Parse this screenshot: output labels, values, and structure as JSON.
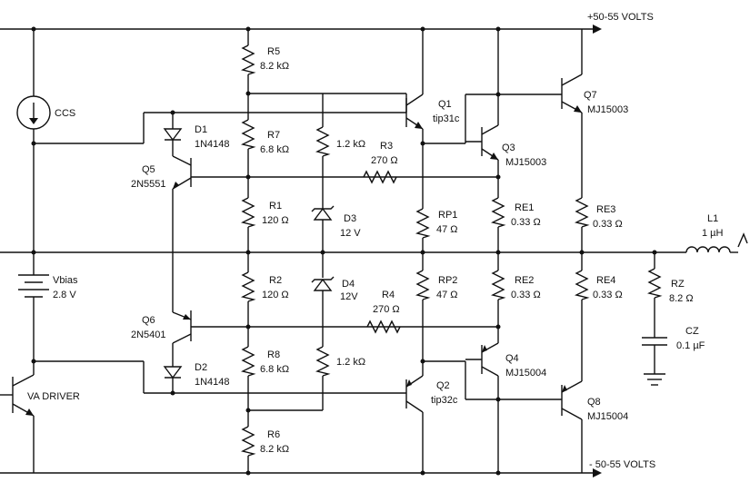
{
  "rails": {
    "positive": "+50-55 VOLTS",
    "negative": "- 50-55 VOLTS"
  },
  "sources": {
    "ccs": "CCS",
    "vbias_name": "Vbias",
    "vbias_value": "2.8 V"
  },
  "driver": {
    "label": "VA DRIVER"
  },
  "components": {
    "R5": {
      "ref": "R5",
      "value": "8.2 kΩ"
    },
    "R7": {
      "ref": "R7",
      "value": "6.8 kΩ"
    },
    "R1": {
      "ref": "R1",
      "value": "120 Ω"
    },
    "R2": {
      "ref": "R2",
      "value": "120 Ω"
    },
    "R8": {
      "ref": "R8",
      "value": "6.8 kΩ"
    },
    "R6": {
      "ref": "R6",
      "value": "8.2 kΩ"
    },
    "R_top": {
      "value": "1.2 kΩ"
    },
    "R_bot": {
      "value": "1.2 kΩ"
    },
    "R3": {
      "ref": "R3",
      "value": "270 Ω"
    },
    "R4": {
      "ref": "R4",
      "value": "270 Ω"
    },
    "D1": {
      "ref": "D1",
      "value": "1N4148"
    },
    "D2": {
      "ref": "D2",
      "value": "1N4148"
    },
    "D3": {
      "ref": "D3",
      "value": "12 V"
    },
    "D4": {
      "ref": "D4",
      "value": "12V"
    },
    "Q1": {
      "ref": "Q1",
      "value": "tip31c"
    },
    "Q2": {
      "ref": "Q2",
      "value": "tip32c"
    },
    "Q3": {
      "ref": "Q3",
      "value": "MJ15003"
    },
    "Q4": {
      "ref": "Q4",
      "value": "MJ15004"
    },
    "Q5": {
      "ref": "Q5",
      "value": "2N5551"
    },
    "Q6": {
      "ref": "Q6",
      "value": "2N5401"
    },
    "Q7": {
      "ref": "Q7",
      "value": "MJ15003"
    },
    "Q8": {
      "ref": "Q8",
      "value": "MJ15004"
    },
    "RP1": {
      "ref": "RP1",
      "value": "47 Ω"
    },
    "RP2": {
      "ref": "RP2",
      "value": "47 Ω"
    },
    "RE1": {
      "ref": "RE1",
      "value": "0.33 Ω"
    },
    "RE2": {
      "ref": "RE2",
      "value": "0.33 Ω"
    },
    "RE3": {
      "ref": "RE3",
      "value": "0.33 Ω"
    },
    "RE4": {
      "ref": "RE4",
      "value": "0.33 Ω"
    },
    "L1": {
      "ref": "L1",
      "value": "1 µH"
    },
    "RZ": {
      "ref": "RZ",
      "value": "8.2 Ω"
    },
    "CZ": {
      "ref": "CZ",
      "value": "0.1 µF"
    }
  }
}
